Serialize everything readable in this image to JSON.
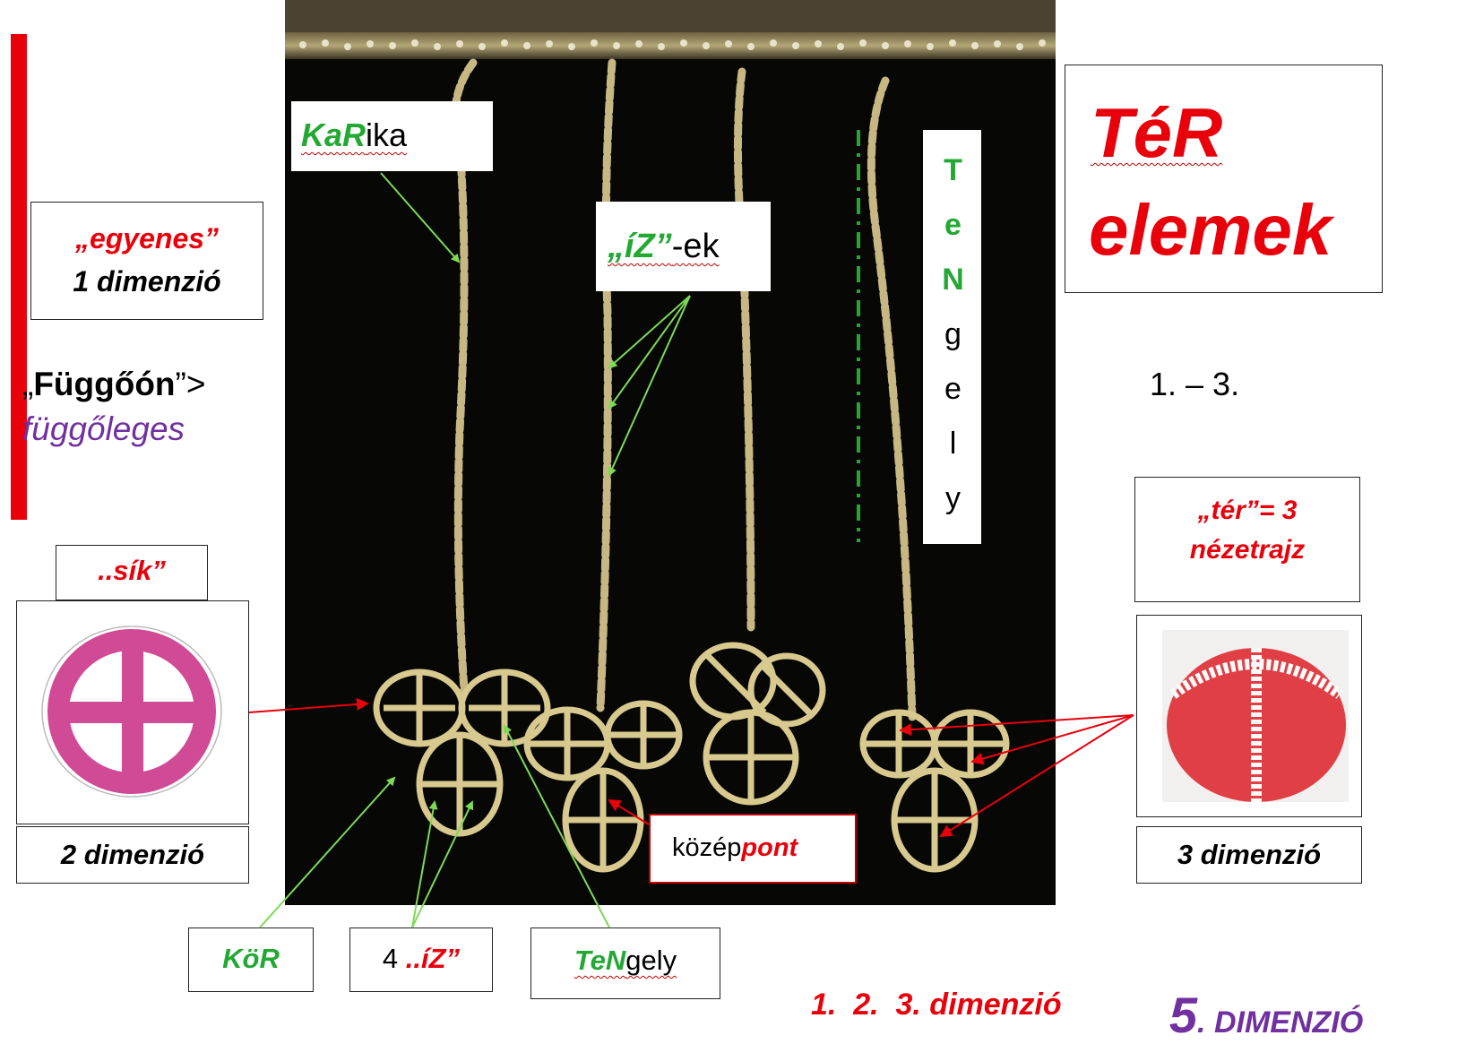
{
  "title": {
    "line1": "TéR",
    "line2": "elemek"
  },
  "range_label": "1. – 3.",
  "left": {
    "egyenes": "„egyenes”",
    "dim1": "1 dimenzió",
    "fuggoon_pre": "„",
    "fuggoon_bold": "Függőón",
    "fuggoon_post": "”>",
    "fuggoleges": "függőleges",
    "sik": "..sík”",
    "dim2": "2 dimenzió"
  },
  "labels": {
    "karika_a": "KaR",
    "karika_b": "ika",
    "iz_a": "„íZ”",
    "iz_b": "-ek",
    "tengely_vertical": [
      "T",
      "e",
      "N",
      "g",
      "e",
      "l",
      "y"
    ],
    "kozeppont_a": "közép",
    "kozeppont_b": "pont",
    "kor": "KöR",
    "four_iz_a": "4 ",
    "four_iz_b": "..íZ”",
    "tengely_a": "TeN",
    "tengely_b": "gely"
  },
  "right": {
    "ter_line1": "„tér”= 3",
    "ter_line2": "nézetrajz",
    "dim3": "3 dimenzió"
  },
  "footer": {
    "dims": "1.  2.  3. dimenzió",
    "five_num": "5",
    "five_text": ". DIMENZIÓ"
  },
  "colors": {
    "accent_red": "#e8000b",
    "label_green": "#22a833",
    "purple": "#7030a0",
    "photo_bg": "#070706",
    "jewelry_gold": "#d8c98f"
  },
  "icons": [
    "pink-circle-cross-icon",
    "red-ball-icon"
  ]
}
